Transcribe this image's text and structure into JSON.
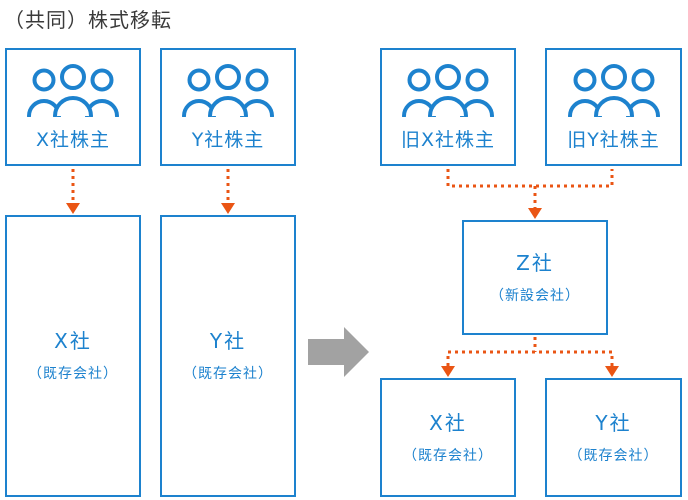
{
  "title": "（共同）株式移転",
  "colors": {
    "box_blue": "#1d82ce",
    "arrow_orange": "#ea5514",
    "transition_gray": "#a2a2a2",
    "title_gray": "#3a3a3a"
  },
  "before": {
    "shareholders": [
      {
        "label": "X社株主"
      },
      {
        "label": "Y社株主"
      }
    ],
    "companies": [
      {
        "name": "X社",
        "type": "（既存会社）"
      },
      {
        "name": "Y社",
        "type": "（既存会社）"
      }
    ]
  },
  "after": {
    "shareholders": [
      {
        "label": "旧X社株主"
      },
      {
        "label": "旧Y社株主"
      }
    ],
    "new_company": {
      "name": "Z社",
      "type": "（新設会社）"
    },
    "subsidiaries": [
      {
        "name": "X社",
        "type": "（既存会社）"
      },
      {
        "name": "Y社",
        "type": "（既存会社）"
      }
    ]
  }
}
